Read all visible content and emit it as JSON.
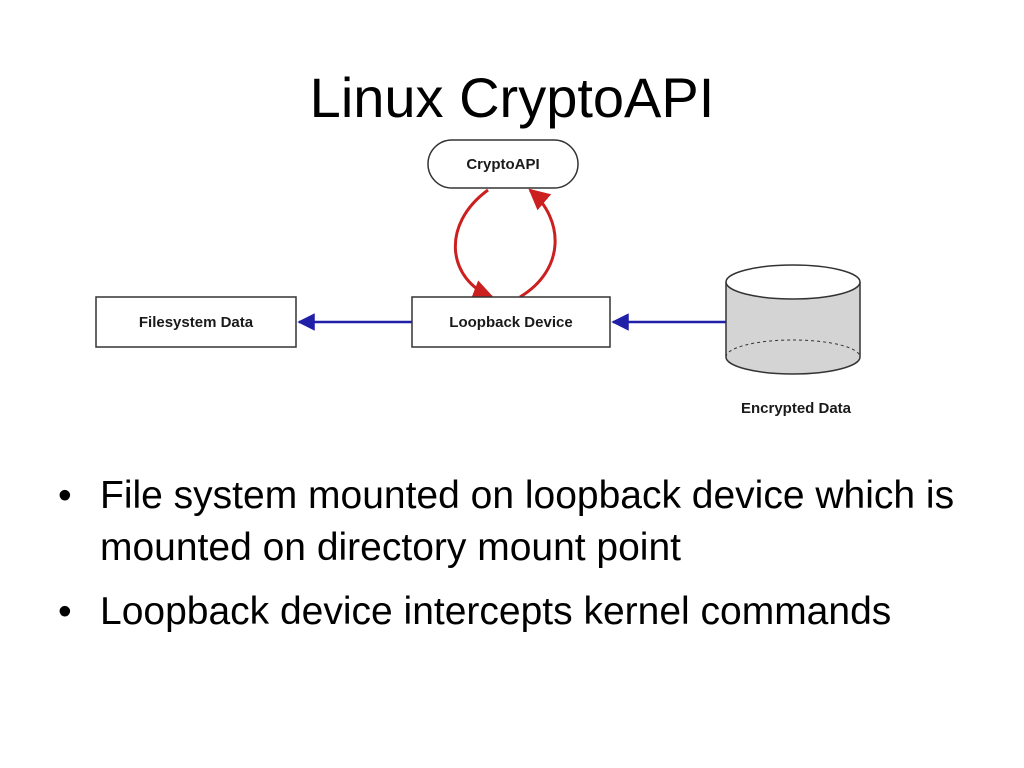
{
  "slide": {
    "title": "Linux CryptoAPI"
  },
  "diagram": {
    "nodes": {
      "crypto_api": "CryptoAPI",
      "loopback_device": "Loopback Device",
      "filesystem_data": "Filesystem Data",
      "encrypted_data": "Encrypted Data"
    },
    "colors": {
      "flow_arrow": "#1f1fa8",
      "crypto_loop": "#cc1f1f",
      "box_border": "#333333",
      "cylinder_fill": "#d4d4d4"
    }
  },
  "bullets": [
    {
      "mark": "•",
      "text": "File system mounted on loopback device which is mounted on directory mount point"
    },
    {
      "mark": "•",
      "text": "Loopback device intercepts kernel commands"
    }
  ]
}
